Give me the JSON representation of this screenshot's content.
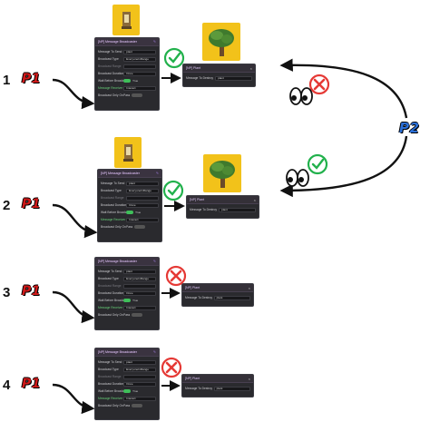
{
  "rows": [
    {
      "number": "1",
      "player_tag": "P1"
    },
    {
      "number": "2",
      "player_tag": "P1"
    },
    {
      "number": "3",
      "player_tag": "P1"
    },
    {
      "number": "4",
      "player_tag": "P1"
    }
  ],
  "observer_tag": "P2",
  "broadcaster": {
    "title": "[NP] Message Broadcaster",
    "fields": [
      {
        "label": "Message To Send",
        "value": "plant"
      },
      {
        "label": "Broadcast Type",
        "value": "EveryoneInRange"
      },
      {
        "label": "Broadcast Range",
        "value": ""
      },
      {
        "label": "Broadcast Duration",
        "value": "Once"
      },
      {
        "label": "Wait Before Broadcast",
        "value": "True"
      },
      {
        "label": "Message Receiver",
        "value": "Interact"
      },
      {
        "label": "Broadcast Only On",
        "value": "Pass"
      }
    ]
  },
  "plant": {
    "title": "[NP] Plant",
    "field_label": "Message To Destroy",
    "field_value": "plant",
    "close_symbol": "×"
  },
  "icons": {
    "check": "check-icon",
    "cross": "cross-icon",
    "eyes": "eyes-icon",
    "arrow": "arrow"
  },
  "colors": {
    "check": "#22b14c",
    "cross": "#e53935",
    "p1": "#d11a1a",
    "p2": "#2b6fd6",
    "panel_bg": "#2a2a2e",
    "tree_bg": "#f2c21a"
  }
}
